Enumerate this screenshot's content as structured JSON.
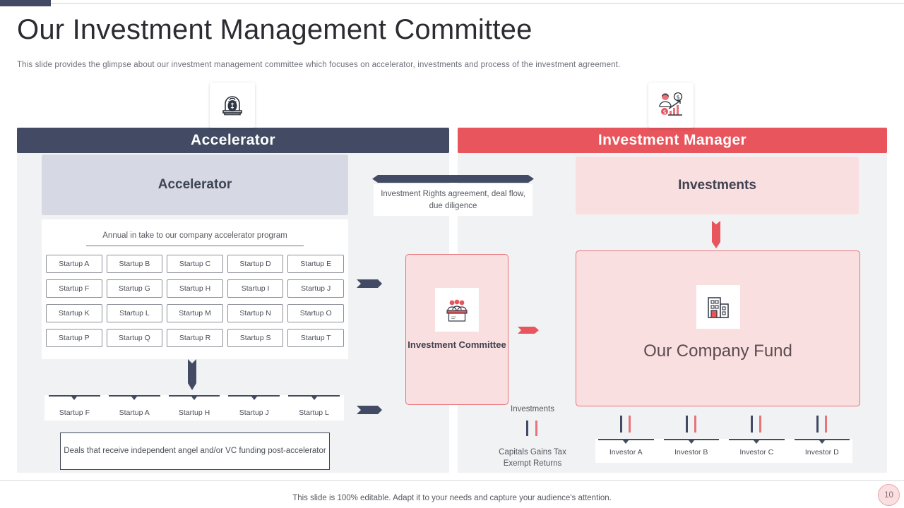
{
  "slide": {
    "title": "Our Investment Management Committee",
    "subtitle": "This slide provides the glimpse about our investment management committee which focuses on accelerator, investments and process of the investment agreement.",
    "footer_note": "This slide is 100% editable. Adapt it to your needs and capture your audience's attention.",
    "page_number": "10"
  },
  "colors": {
    "navy": "#424b63",
    "red": "#e8555c",
    "pink_fill": "#fadfe0",
    "pink_border": "#e8737a",
    "panel_bg": "#f1f2f4",
    "lavender": "#d6d9e3"
  },
  "left_panel": {
    "header": "Accelerator",
    "icon": "money-bag-dome-icon",
    "accelerator_box": "Accelerator",
    "annual_label": "Annual in take to our company accelerator program",
    "startups": [
      "Startup A",
      "Startup B",
      "Startup C",
      "Startup D",
      "Startup E",
      "Startup F",
      "Startup G",
      "Startup H",
      "Startup I",
      "Startup J",
      "Startup K",
      "Startup L",
      "Startup M",
      "Startup N",
      "Startup O",
      "Startup P",
      "Startup Q",
      "Startup R",
      "Startup S",
      "Startup T"
    ],
    "selected_startups": [
      "Startup F",
      "Startup A",
      "Startup H",
      "Startup J",
      "Startup L"
    ],
    "deals_note": "Deals that receive independent angel and/or VC funding post-accelerator"
  },
  "middle": {
    "rights_note": "Investment Rights agreement, deal flow, due diligence",
    "committee_icon": "committee-panel-icon",
    "committee_label": "Investment Committee",
    "investments_label": "Investments",
    "returns_label": "Capitals Gains Tax Exempt Returns"
  },
  "right_panel": {
    "header": "Investment Manager",
    "icon": "investor-growth-chart-icon",
    "investments_box": "Investments",
    "fund_icon": "office-building-icon",
    "fund_label": "Our Company Fund",
    "investors": [
      "Investor A",
      "Investor B",
      "Investor C",
      "Investor D"
    ]
  }
}
